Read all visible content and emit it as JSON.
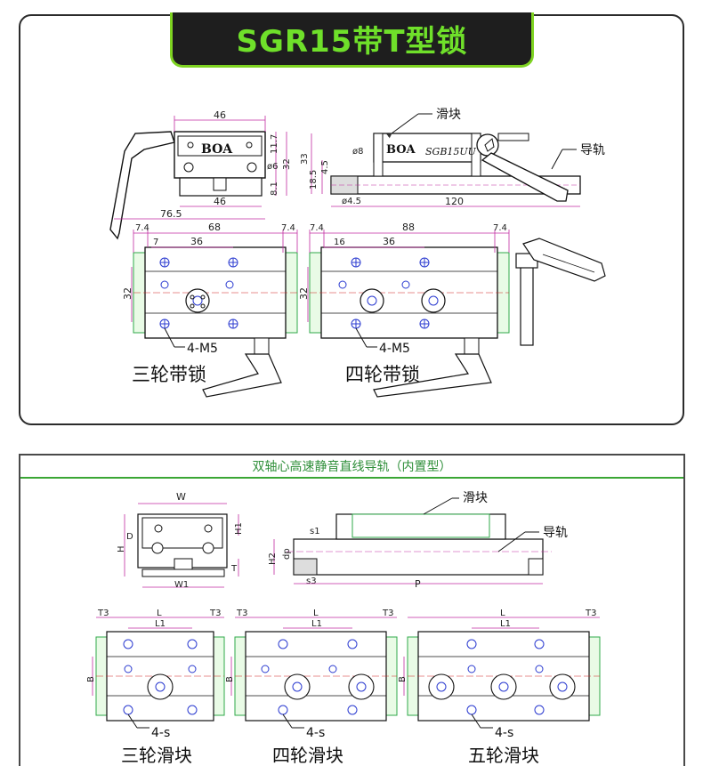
{
  "top": {
    "title": "SGR15带T型锁",
    "front_view": {
      "dims": {
        "width": "46",
        "h1": "11.7",
        "h2": "32",
        "dia": "ø6",
        "h3": "8.1",
        "base_width": "46",
        "overall": "76.5"
      },
      "logo": "BOA"
    },
    "side_view": {
      "slider_label": "滑块",
      "rail_label": "导轨",
      "model": "SGB15UU",
      "dims": {
        "d1": "ø8",
        "h_total": "33",
        "h_rail": "18.5",
        "h_mid": "4.5",
        "hole": "ø4.5",
        "rail_len": "120"
      }
    },
    "three_wheel": {
      "dims": {
        "t_left": "7.4",
        "len": "68",
        "t_right": "7.4",
        "off": "7",
        "pitch": "36",
        "h": "32"
      },
      "holes_label": "4-M5",
      "caption": "三轮带锁"
    },
    "four_wheel": {
      "dims": {
        "t_left": "7.4",
        "len": "88",
        "t_right": "7.4",
        "off": "16",
        "pitch": "36",
        "h": "32"
      },
      "holes_label": "4-M5",
      "caption": "四轮带锁"
    }
  },
  "bottom": {
    "header": "双轴心高速静音直线导轨（内置型）",
    "front_view": {
      "w": "W",
      "h1": "H1",
      "h": "H",
      "d": "D",
      "t": "T",
      "w1": "W1"
    },
    "side_view": {
      "slider_label": "滑块",
      "rail_label": "导轨",
      "h2": "H2",
      "dp": "dp",
      "e1": "s1",
      "e2": "s3",
      "p": "P"
    },
    "three_wheel": {
      "t3a": "T3",
      "l": "L",
      "t3b": "T3",
      "l1": "L1",
      "b": "B",
      "holes": "4-s",
      "caption": "三轮滑块"
    },
    "four_wheel": {
      "t3a": "T3",
      "l": "L",
      "t3b": "T3",
      "l1": "L1",
      "b": "B",
      "holes": "4-s",
      "caption": "四轮滑块"
    },
    "five_wheel": {
      "l": "L",
      "t3b": "T3",
      "l1": "L1",
      "b": "B",
      "holes": "4-s",
      "caption": "五轮滑块"
    }
  },
  "colors": {
    "accent_green": "#6fe02a",
    "line_green": "#2fa84a",
    "dim_magenta": "#c02aa0",
    "hole_blue": "#2a3ad0",
    "center_red": "#d02020"
  }
}
